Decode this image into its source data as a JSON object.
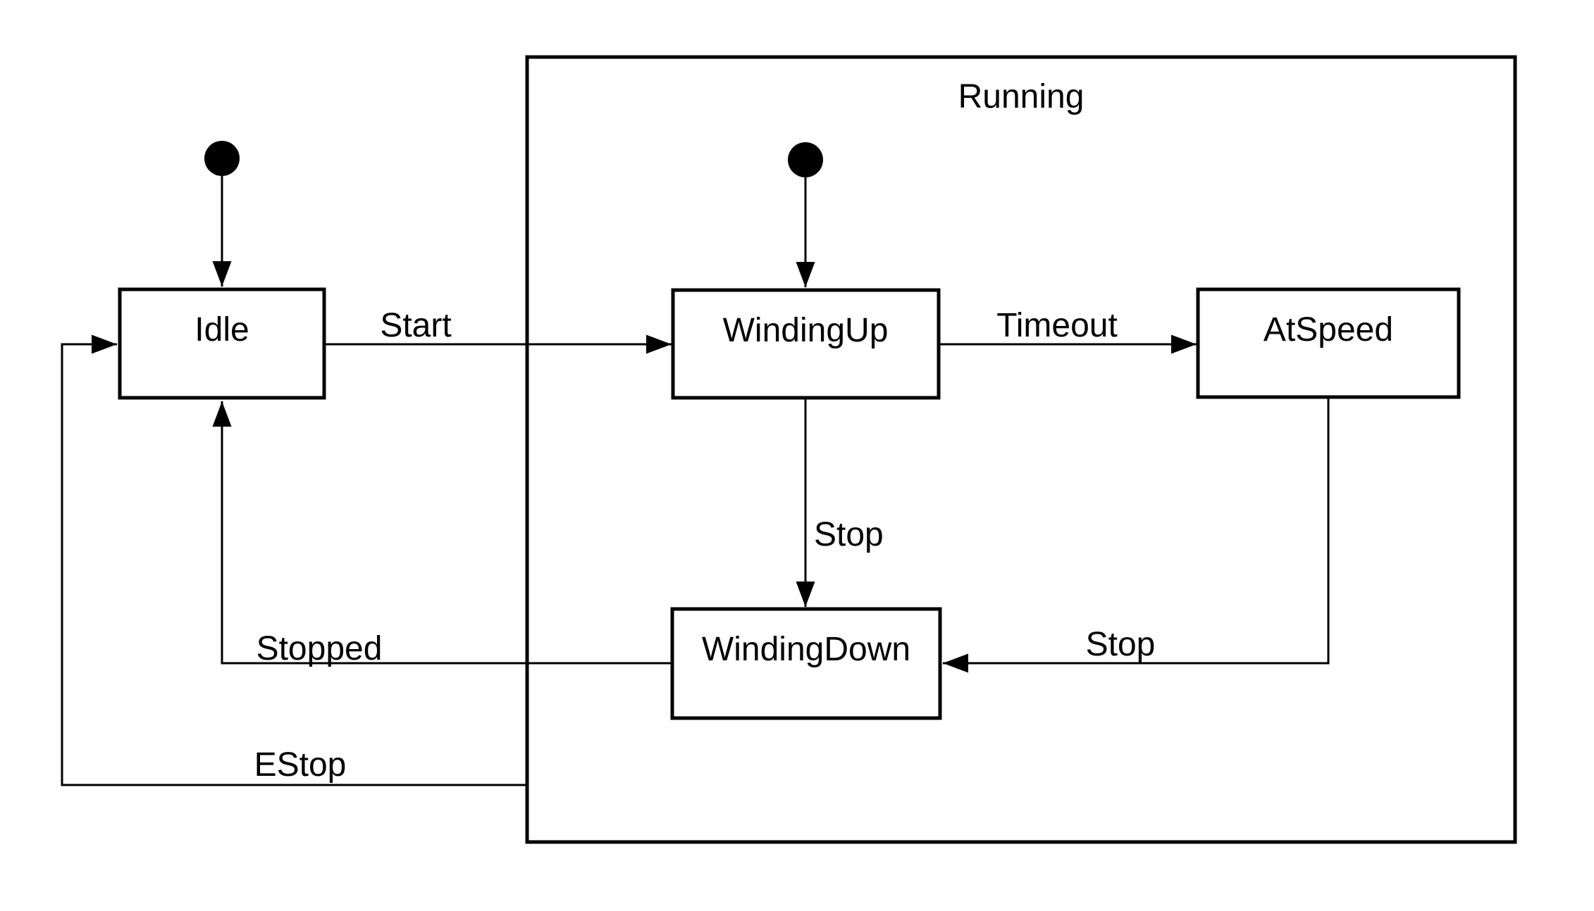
{
  "diagram": {
    "type": "uml-state-machine",
    "background_color": "#ffffff",
    "stroke_color": "#000000",
    "text_color": "#000000",
    "composite_state": {
      "label": "Running"
    },
    "states": [
      {
        "label": "Idle"
      },
      {
        "label": "WindingUp"
      },
      {
        "label": "AtSpeed"
      },
      {
        "label": "WindingDown"
      }
    ],
    "initial_markers": [
      {
        "points_to": "Idle"
      },
      {
        "points_to": "WindingUp"
      }
    ],
    "transitions": [
      {
        "label": "Start",
        "from": "Idle",
        "to": "WindingUp"
      },
      {
        "label": "Timeout",
        "from": "WindingUp",
        "to": "AtSpeed"
      },
      {
        "label": "Stop",
        "from": "WindingUp",
        "to": "WindingDown"
      },
      {
        "label": "Stop",
        "from": "AtSpeed",
        "to": "WindingDown"
      },
      {
        "label": "Stopped",
        "from": "WindingDown",
        "to": "Idle"
      },
      {
        "label": "EStop",
        "from": "Running",
        "to": "Idle"
      }
    ]
  }
}
